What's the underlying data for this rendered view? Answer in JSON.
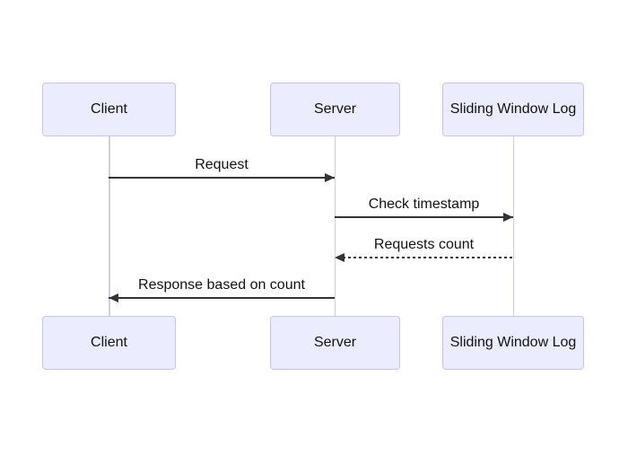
{
  "diagram": {
    "type": "sequence",
    "actors": [
      {
        "id": "client",
        "name": "Client"
      },
      {
        "id": "server",
        "name": "Server"
      },
      {
        "id": "swl",
        "name": "Sliding Window Log"
      }
    ],
    "messages": [
      {
        "from": "Client",
        "to": "Server",
        "label": "Request",
        "style": "solid"
      },
      {
        "from": "Server",
        "to": "Sliding Window Log",
        "label": "Check timestamp",
        "style": "solid"
      },
      {
        "from": "Sliding Window Log",
        "to": "Server",
        "label": "Requests count",
        "style": "dashed"
      },
      {
        "from": "Server",
        "to": "Client",
        "label": "Response based on count",
        "style": "solid"
      }
    ],
    "colors": {
      "background": "#ffffff",
      "actor_fill": "#ececff",
      "actor_border": "#c9c3e8",
      "lifeline": "#d2cdeb",
      "message_line": "#333333",
      "text": "#111111"
    }
  }
}
